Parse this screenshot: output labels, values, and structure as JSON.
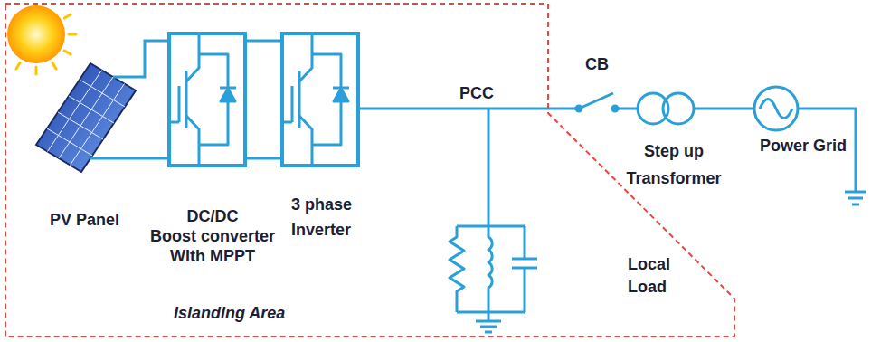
{
  "diagram": {
    "nodes": [
      {
        "text": [
          "Islanding Area"
        ]
      },
      {
        "text": [
          "DC/DC",
          "Boost converter With MPPT"
        ],
        "in": 0
      },
      {
        "text": [
          "3 phase Inverter"
        ],
        "in": 0
      }
    ],
    "edges": [
      {
        "from": 1,
        "to": 2,
        "arrow": "none"
      }
    ],
    "labels": [
      "PV Panel",
      "PCC",
      "CB",
      "Local Load",
      "Step up Transformer",
      "Power Grid"
    ]
  }
}
